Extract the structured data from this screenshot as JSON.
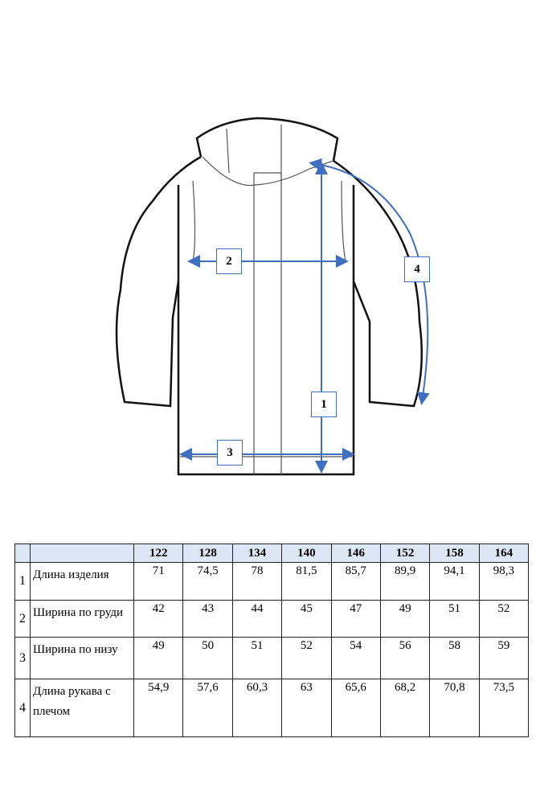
{
  "diagram": {
    "labels": [
      "1",
      "2",
      "3",
      "4"
    ],
    "accent_color": "#3f6fbf"
  },
  "table": {
    "sizes": [
      "122",
      "128",
      "134",
      "140",
      "146",
      "152",
      "158",
      "164"
    ],
    "rows": [
      {
        "num": "1",
        "name": "Длина изделия",
        "values": [
          "71",
          "74,5",
          "78",
          "81,5",
          "85,7",
          "89,9",
          "94,1",
          "98,3"
        ]
      },
      {
        "num": "2",
        "name": "Ширина по груди",
        "values": [
          "42",
          "43",
          "44",
          "45",
          "47",
          "49",
          "51",
          "52"
        ]
      },
      {
        "num": "3",
        "name": "Ширина по низу",
        "values": [
          "49",
          "50",
          "51",
          "52",
          "54",
          "56",
          "58",
          "59"
        ]
      },
      {
        "num": "4",
        "name": "Длина рукава с плечом",
        "values": [
          "54,9",
          "57,6",
          "60,3",
          "63",
          "65,6",
          "68,2",
          "70,8",
          "73,5"
        ]
      }
    ]
  }
}
